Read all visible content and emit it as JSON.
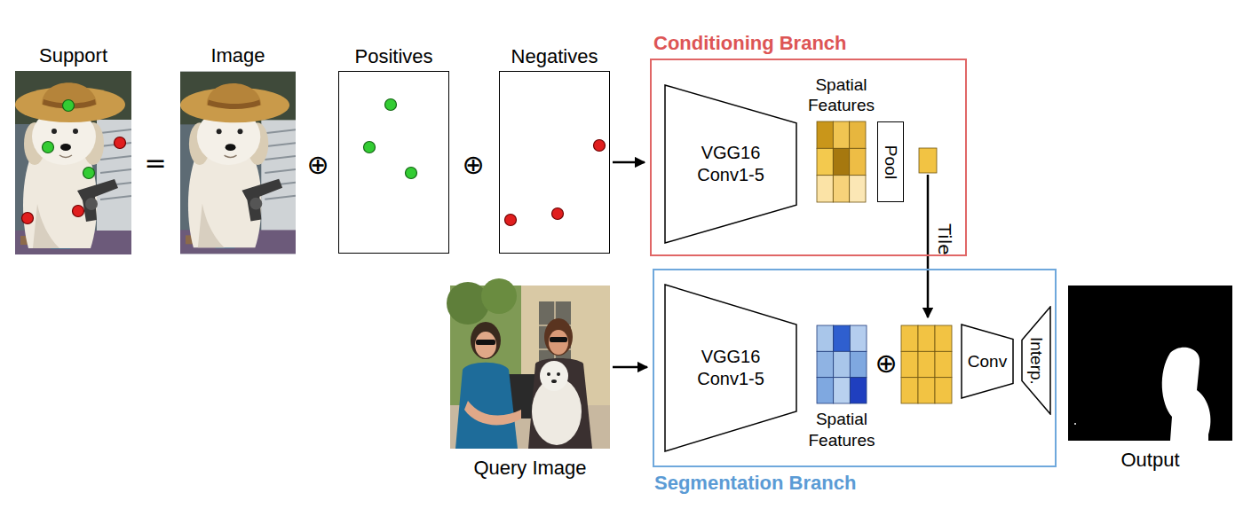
{
  "diagram": {
    "nodes": [
      {
        "text": [
          "Support"
        ]
      },
      {
        "text": [
          "Image"
        ]
      },
      {
        "text": [
          "Positives"
        ]
      },
      {
        "text": [
          "Negatives"
        ]
      },
      {
        "text": [
          "Conditioning Branch"
        ]
      },
      {
        "text": [
          "VGG16 Conv1-5"
        ],
        "in": 4
      },
      {
        "text": [
          "Spatial Features"
        ],
        "in": 4
      },
      {
        "text": [
          "Pool"
        ],
        "in": 4
      },
      {
        "text": [
          "Query Image"
        ]
      },
      {
        "text": [
          "Segmentation Branch"
        ]
      },
      {
        "text": [
          "VGG16 Conv1-5"
        ],
        "in": 9
      },
      {
        "text": [
          "Spatial Features"
        ],
        "in": 9
      },
      {
        "text": [
          "Conv"
        ],
        "in": 9
      },
      {
        "text": [
          "Interp."
        ],
        "in": 9
      },
      {
        "text": [
          "Output"
        ]
      }
    ],
    "edges": [
      {
        "from": 3,
        "to": 4,
        "arrow": "to"
      },
      {
        "from": 8,
        "to": 9,
        "arrow": "to"
      }
    ],
    "labels": [
      "=",
      "⊕",
      "⊕",
      "⊕",
      "Tile"
    ]
  }
}
